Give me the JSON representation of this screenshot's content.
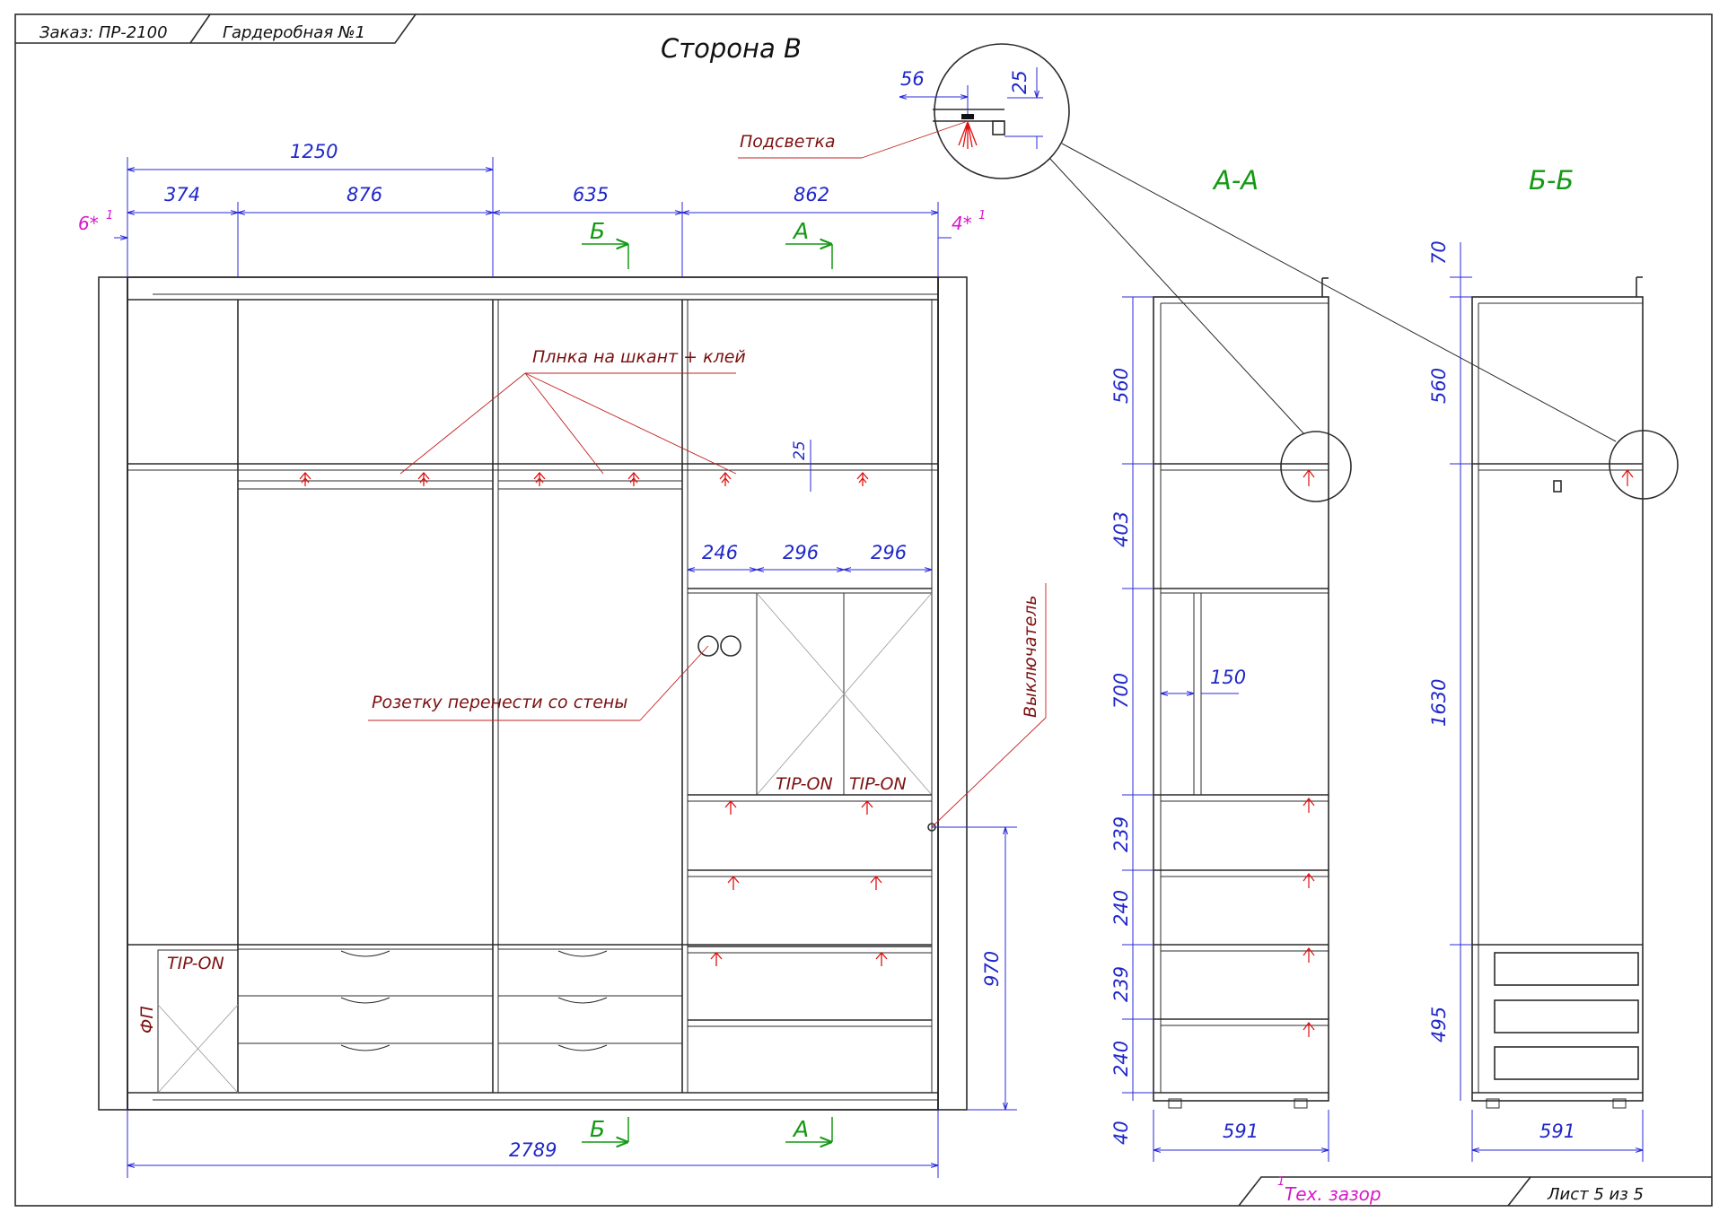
{
  "header": {
    "order": "Заказ: ПР-2100",
    "room": "Гардеробная №1"
  },
  "title": "Сторона В",
  "footer": {
    "note_mark": "1",
    "note": "Тех. зазор",
    "sheet": "Лист 5 из 5"
  },
  "detail": {
    "label": "Подсветка",
    "dim_w": "56",
    "dim_h": "25"
  },
  "front": {
    "dims": {
      "total": "2789",
      "top_left": "1250",
      "d374": "374",
      "d876": "876",
      "d635": "635",
      "d862": "862",
      "d246": "246",
      "d296a": "296",
      "d296b": "296",
      "d25": "25",
      "d970": "970"
    },
    "gaps": {
      "left": "6*",
      "right": "4*",
      "mark": "1"
    },
    "section_marks": {
      "b": "Б",
      "a": "А"
    },
    "notes": {
      "strip": "Плнка на шкант + клей",
      "socket": "Розетку перенести со стены",
      "switch": "Выключатель",
      "tipon_left": "TIP-ON",
      "tipon_mid1": "TIP-ON",
      "tipon_mid2": "TIP-ON",
      "fp": "ФП"
    }
  },
  "section_aa": {
    "title": "А-А",
    "dims": [
      "560",
      "403",
      "700",
      "239",
      "240",
      "239",
      "240",
      "40"
    ],
    "depth": "591",
    "inner": "150"
  },
  "section_bb": {
    "title": "Б-Б",
    "dims": [
      "70",
      "560",
      "1630",
      "495"
    ],
    "depth": "591"
  },
  "colors": {
    "dimension": "#1f27c9",
    "note": "#7c1010",
    "section": "#139913",
    "gap": "#d619c9",
    "hatch": "#c9c9c0"
  }
}
